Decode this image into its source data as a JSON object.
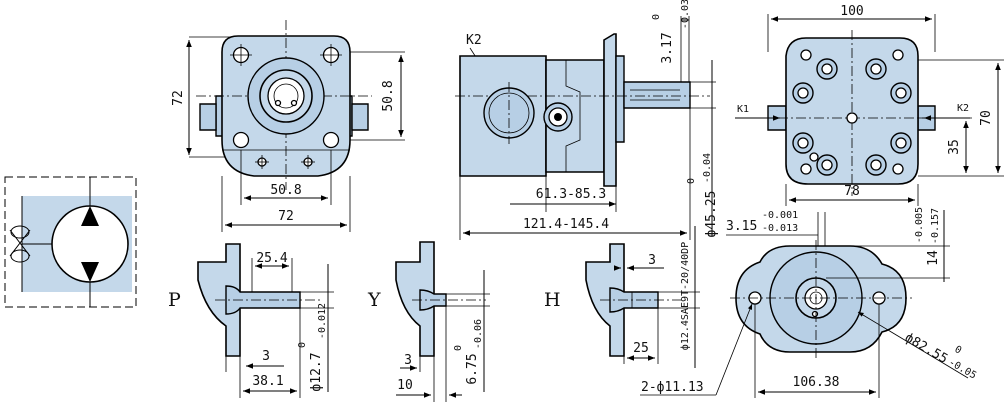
{
  "front_view": {
    "dim_height": "72",
    "dim_bolt_v": "50.8",
    "dim_bolt_h": "50.8",
    "dim_width": "72"
  },
  "side_view": {
    "port_label": "K2",
    "dim_key": "3.17",
    "dim_key_tol_upper": "0",
    "dim_key_tol_lower": "-0.03",
    "dim_shaft_dia": "ф45.25",
    "dim_shaft_tol_upper": "0",
    "dim_shaft_tol_lower": "-0.04",
    "dim_range_1": "61.3-85.3",
    "dim_range_2": "121.4-145.4"
  },
  "rear_view": {
    "dim_width": "100",
    "dim_height": "70",
    "dim_offset": "35",
    "dim_bottom": "78",
    "port_left": "K1",
    "port_right": "K2"
  },
  "shaft_p": {
    "label": "P",
    "dim_len": "25.4",
    "dim_key": "3",
    "dim_total": "38.1",
    "dim_dia": "ф12.7",
    "dim_dia_tol_upper": "0",
    "dim_dia_tol_lower": "-0.012"
  },
  "shaft_y": {
    "label": "Y",
    "dim_key": "3",
    "dim_total": "10",
    "dim_dia": "6.75",
    "dim_dia_tol_upper": "0",
    "dim_dia_tol_lower": "-0.06"
  },
  "shaft_h": {
    "label": "H",
    "dim_len": "3",
    "dim_total": "25",
    "dim_spline": "ф12.4SAE9T-20/40DP"
  },
  "flange_view": {
    "dim_key_width": "3.15",
    "dim_key_width_tol_upper": "-0.001",
    "dim_key_width_tol_lower": "-0.013",
    "dim_key_depth": "14",
    "dim_key_depth_tol_upper": "-0.005",
    "dim_key_depth_tol_lower": "-0.157",
    "dim_pilot": "ф82.55",
    "dim_pilot_tol_upper": "0",
    "dim_pilot_tol_lower": "-0.05",
    "dim_bolt_holes": "2-ф11.13",
    "dim_bolt_spacing": "106.38"
  }
}
